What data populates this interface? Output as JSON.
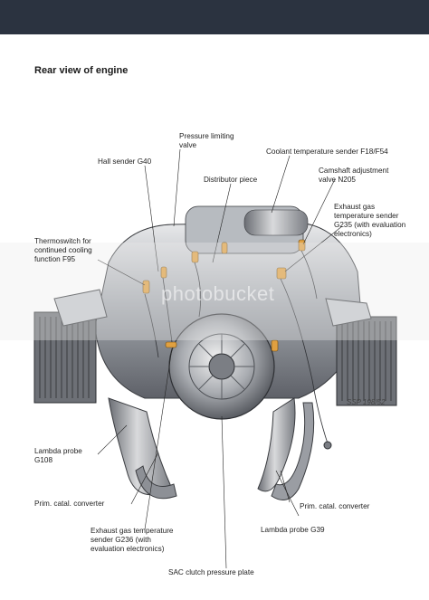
{
  "heading": "Rear view of engine",
  "labels": {
    "pressure_limiting_valve": "Pressure limiting\nvalve",
    "hall_sender": "Hall sender G40",
    "coolant_temp_sender": "Coolant temperature sender F18/F54",
    "distributor_piece": "Distributor piece",
    "camshaft_valve": "Camshaft adjustment\nvalve N205",
    "exhaust_sender_g235": "Exhaust gas\ntemperature sender\nG235 (with evaluation\nelectronics)",
    "thermoswitch": "Thermoswitch for\ncontinued cooling\nfunction F95",
    "lambda_g108": "Lambda probe\nG108",
    "prim_catal_left": "Prim. catal. converter",
    "prim_catal_right": "Prim. catal. converter",
    "exhaust_sender_g236": "Exhaust gas temperature\nsender G236 (with\nevaluation electronics)",
    "lambda_g39": "Lambda probe G39",
    "sac_clutch": "SAC clutch pressure plate"
  },
  "figure_code": "SSP 198/52",
  "watermark_text": "photobucket",
  "colors": {
    "topbar": "#2b3340",
    "sender_orange": "#e0a040",
    "engine_gray": "#8a8d92"
  }
}
